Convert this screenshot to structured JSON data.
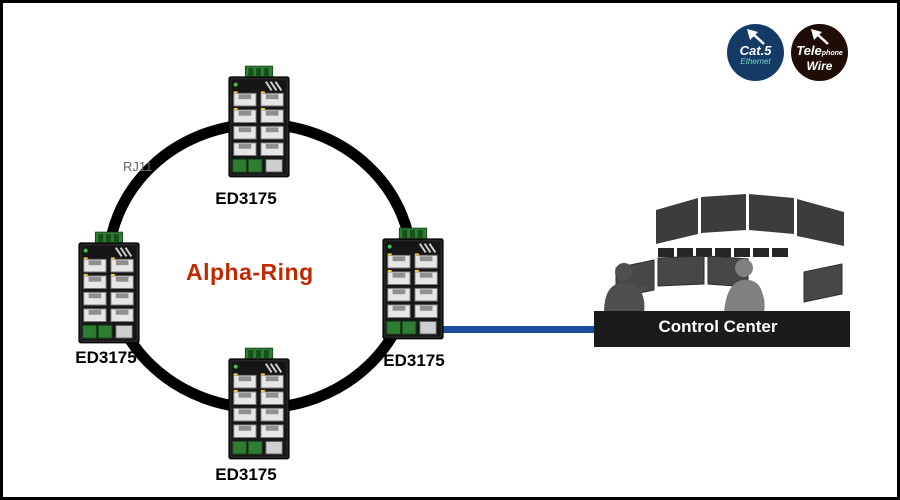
{
  "diagram": {
    "ring_label": "Alpha-Ring",
    "wire_label": "RJ11",
    "devices": [
      {
        "id": "top",
        "label": "ED3175"
      },
      {
        "id": "left",
        "label": "ED3175"
      },
      {
        "id": "right",
        "label": "ED3175"
      },
      {
        "id": "bottom",
        "label": "ED3175"
      }
    ],
    "control_center": {
      "label": "Control Center"
    },
    "legend": {
      "cat5": {
        "icon": "nw-arrow",
        "line1": "Cat.5",
        "line2": "Ethernet",
        "bg": "#143a66",
        "accent": "#79d2c8"
      },
      "telephone": {
        "icon": "nw-arrow",
        "word1_big": "Tele",
        "word1_small": "phone",
        "word2": "Wire",
        "bg": "#1f0d05"
      }
    },
    "colors": {
      "ring": "#000000",
      "ethernet_cable": "#1b4da1",
      "ring_label_red": "#c02800",
      "control_center_bar": "#1b1b1b"
    }
  }
}
